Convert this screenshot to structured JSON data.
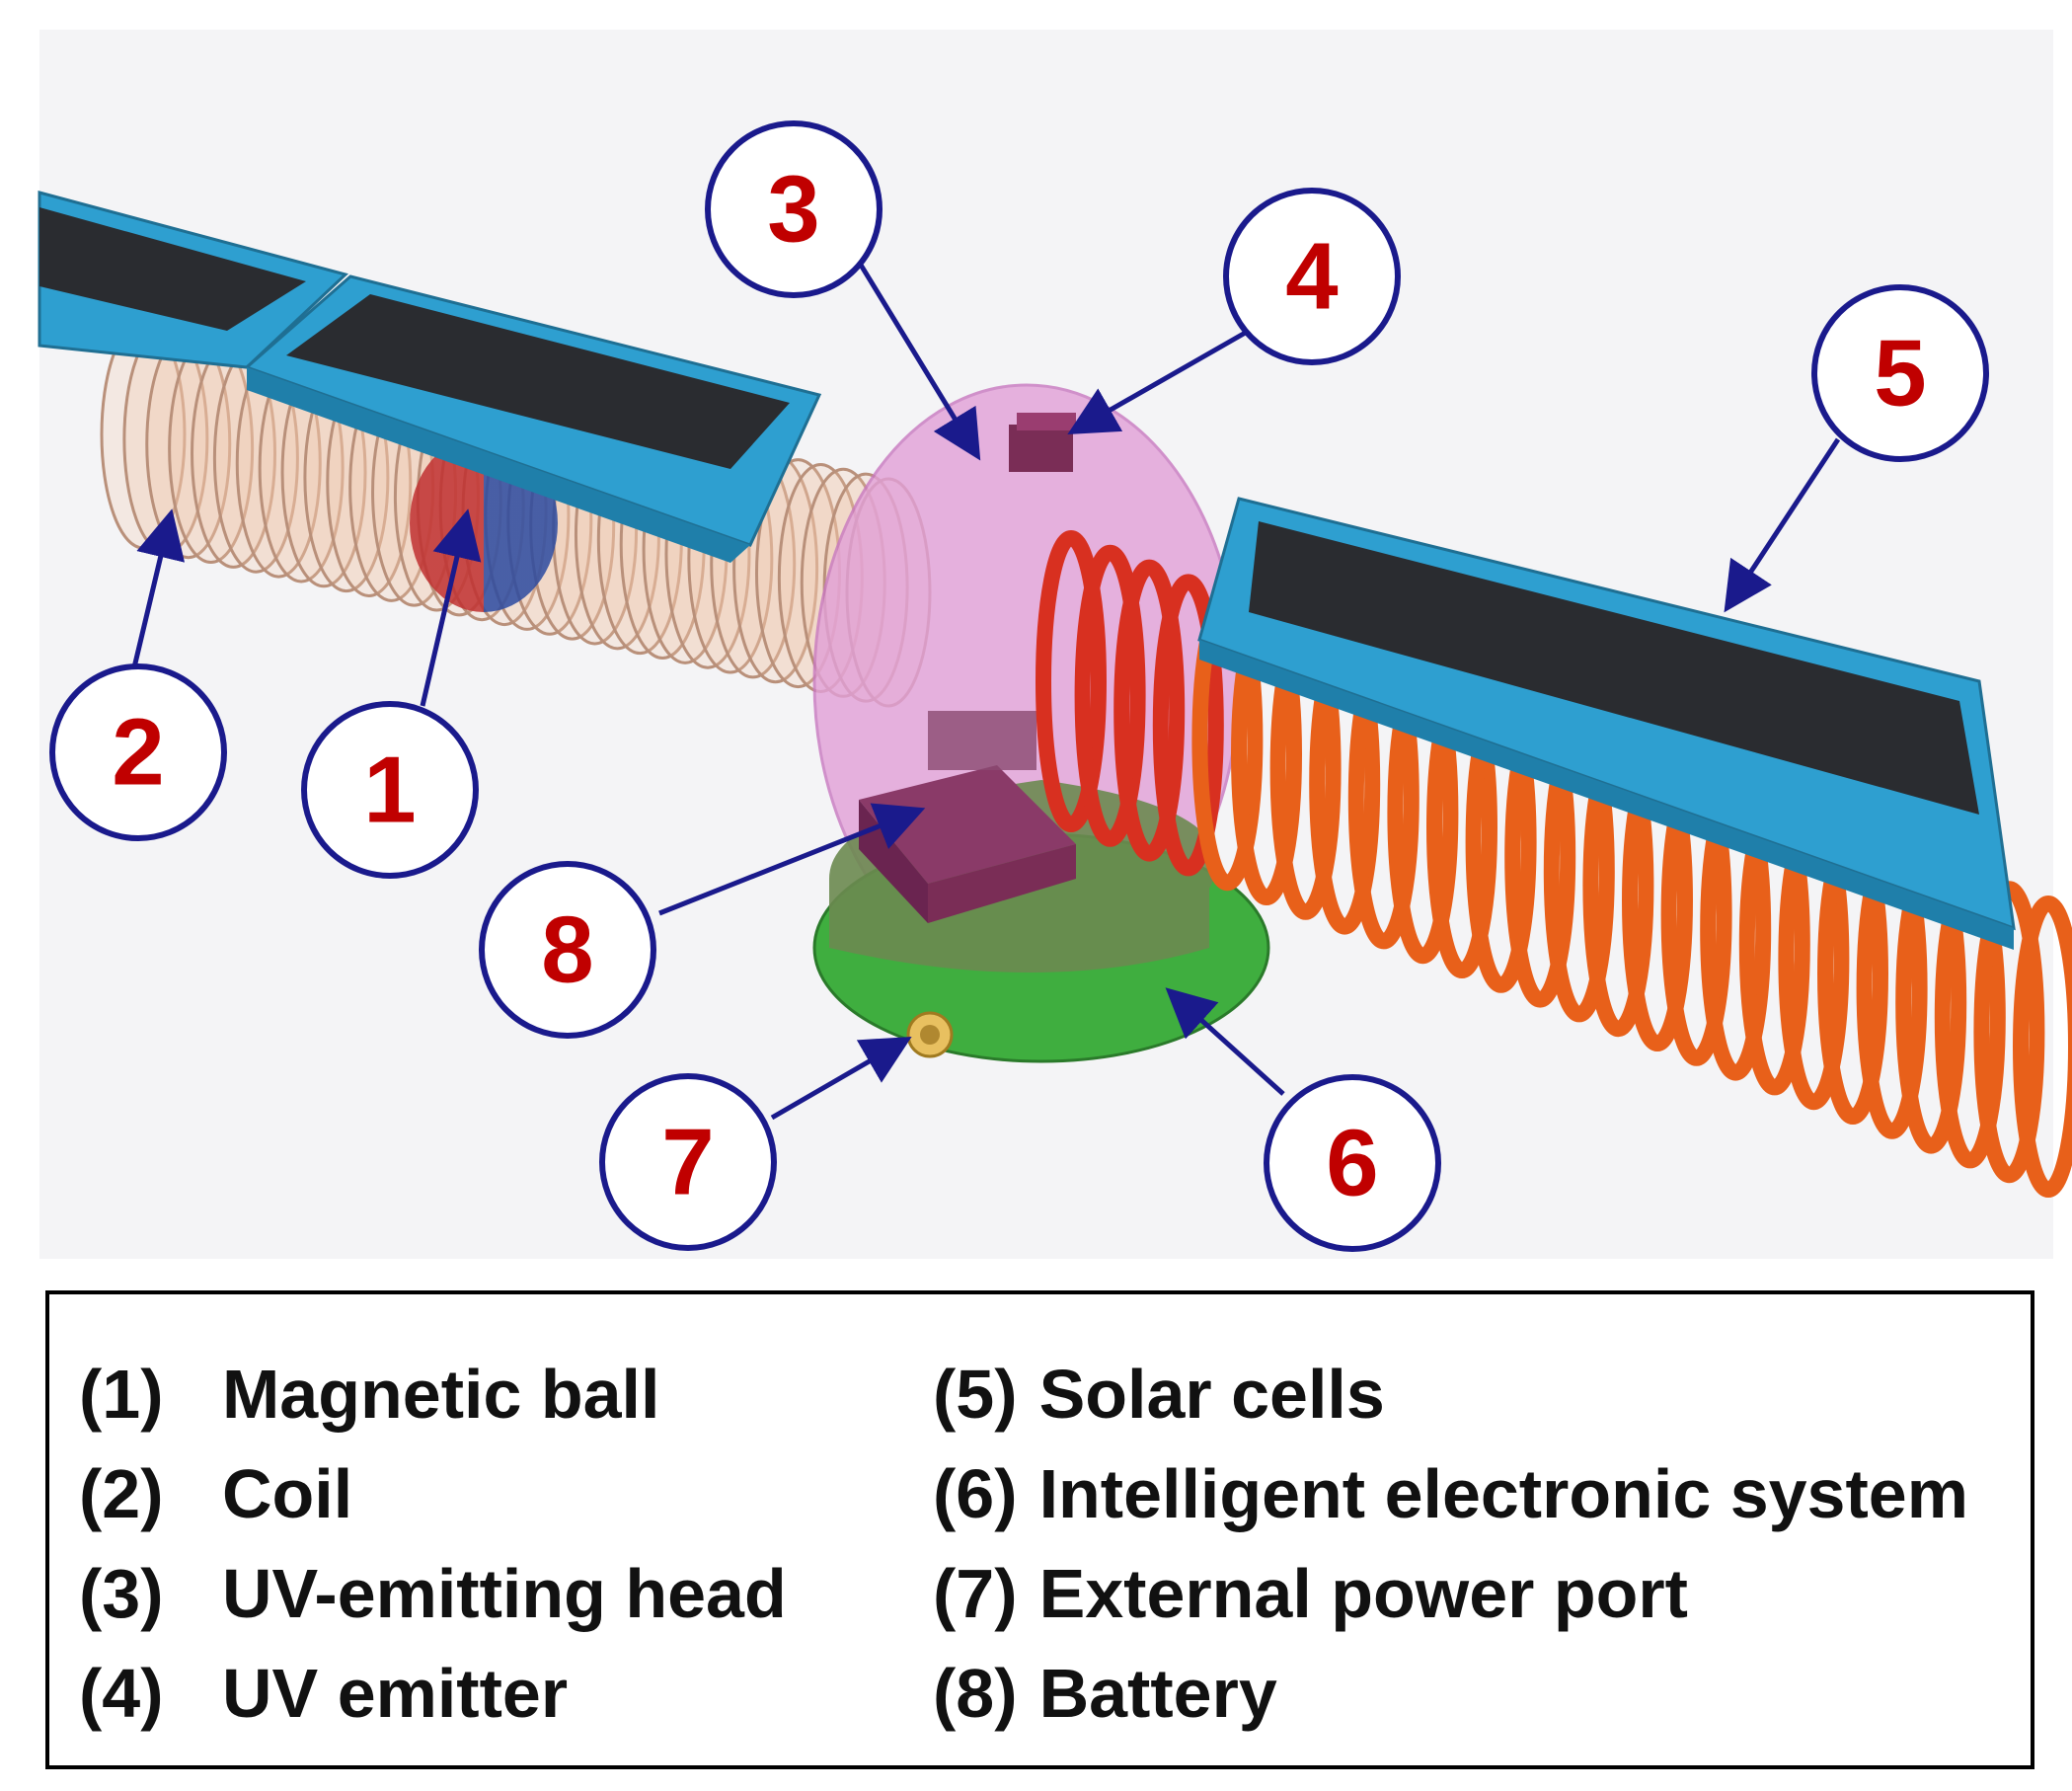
{
  "callouts": [
    {
      "id": "1",
      "label": "1"
    },
    {
      "id": "2",
      "label": "2"
    },
    {
      "id": "3",
      "label": "3"
    },
    {
      "id": "4",
      "label": "4"
    },
    {
      "id": "5",
      "label": "5"
    },
    {
      "id": "6",
      "label": "6"
    },
    {
      "id": "7",
      "label": "7"
    },
    {
      "id": "8",
      "label": "8"
    }
  ],
  "legend": {
    "left": [
      {
        "num": "(1)",
        "text": "Magnetic ball"
      },
      {
        "num": "(2)",
        "text": "Coil"
      },
      {
        "num": "(3)",
        "text": "UV-emitting head"
      },
      {
        "num": "(4)",
        "text": "UV emitter"
      }
    ],
    "right": [
      {
        "num": "(5)",
        "text": "Solar cells"
      },
      {
        "num": "(6)",
        "text": "Intelligent electronic system"
      },
      {
        "num": "(7)",
        "text": "External power port"
      },
      {
        "num": "(8)",
        "text": "Battery"
      }
    ]
  },
  "colors": {
    "callout_text": "#c00000",
    "callout_ring": "#1a1a8c",
    "arrow": "#1a1a8c",
    "solar_frame": "#2e9fd0",
    "solar_panel": "#2a2c30",
    "coil_light": "#e8a07a",
    "coil_dark": "#e8601a",
    "head": "#e2a0d8",
    "base_green": "#3fae3f",
    "battery": "#7a2d56",
    "magnet_red": "#c03030",
    "magnet_blue": "#2b4aa0"
  }
}
